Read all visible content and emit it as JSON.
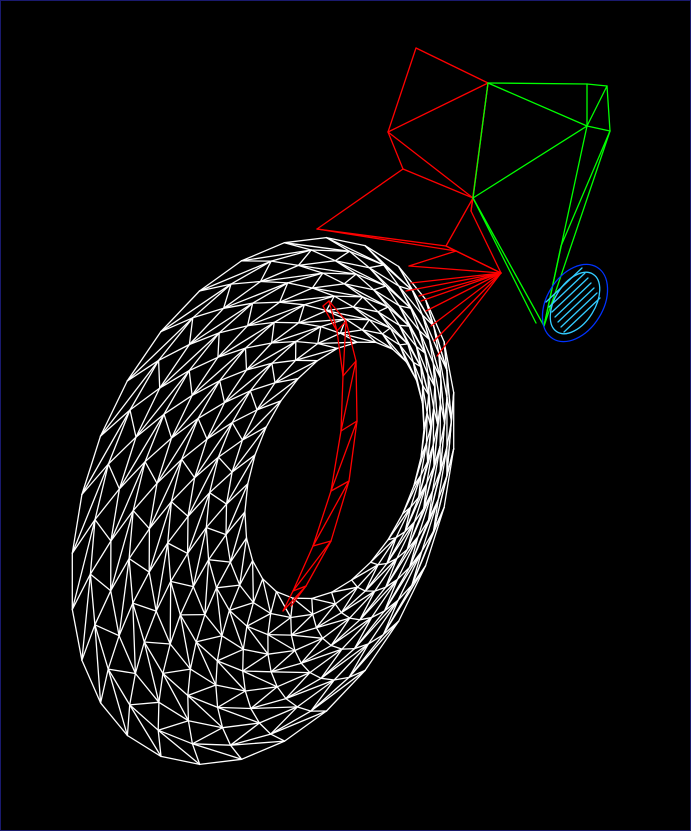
{
  "scene": {
    "background": "#000000",
    "frame_color": "#1a1a6e",
    "objects": [
      {
        "name": "torus-dish",
        "color": "#ffffff"
      },
      {
        "name": "inner-rim",
        "color": "#ff0000"
      },
      {
        "name": "red-frame",
        "color": "#ff0000"
      },
      {
        "name": "green-frame",
        "color": "#00ff00"
      },
      {
        "name": "blue-feed",
        "color": "#0033ff",
        "inner_color": "#33ccff"
      }
    ]
  }
}
